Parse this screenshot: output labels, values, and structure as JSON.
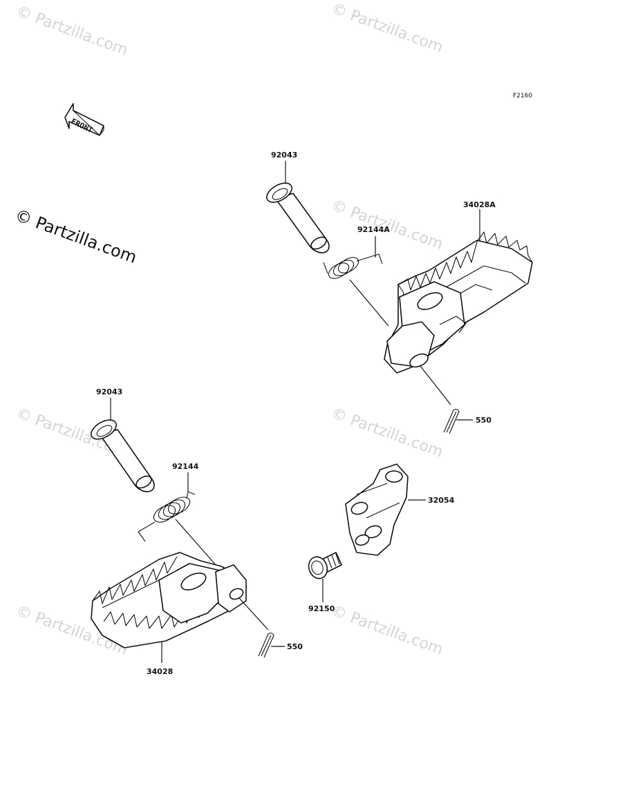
{
  "diagram_code": "F2160",
  "front_indicator": "FRONT",
  "watermark_small": "© Partzilla.com",
  "watermark_main": "© Partzilla.com",
  "part_labels": {
    "pin_right": "92043",
    "footpeg_right": "34028A",
    "spring_right": "92144A",
    "cotter_right": "550",
    "bracket": "32054",
    "pin_left": "92043",
    "spring_left": "92144",
    "bolt": "92150",
    "cotter_left": "550",
    "footpeg_left": "34028"
  }
}
